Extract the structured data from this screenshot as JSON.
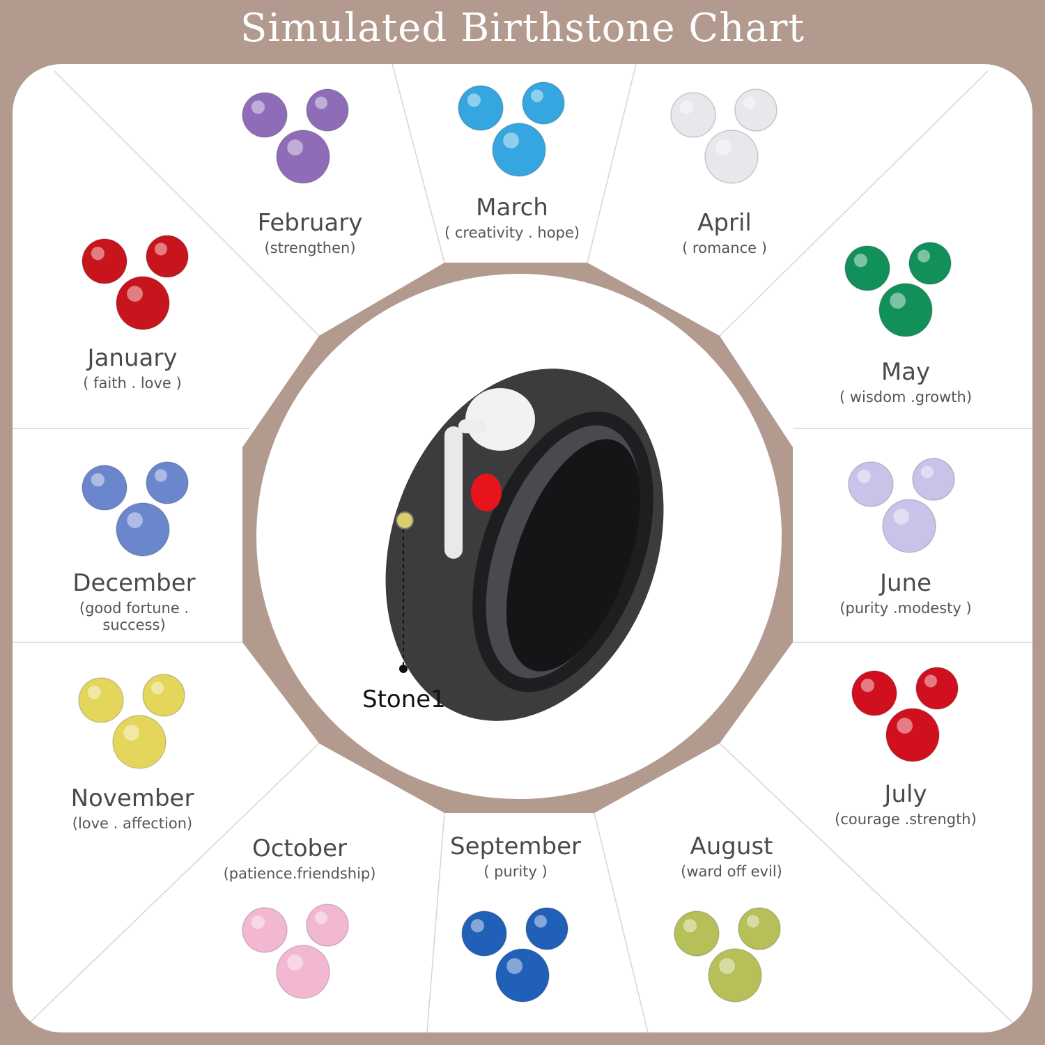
{
  "title": "Simulated Birthstone Chart",
  "colors": {
    "border": "#b29a8f",
    "panel": "#ffffff",
    "text": "#4a4a4a"
  },
  "stone_label": "Stone1",
  "months": [
    {
      "name": "January",
      "meaning": "( faith . love )",
      "color": "#c8141c"
    },
    {
      "name": "February",
      "meaning": "(strengthen)",
      "color": "#8e6cb8"
    },
    {
      "name": "March",
      "meaning": "( creativity . hope)",
      "color": "#35a6e0"
    },
    {
      "name": "April",
      "meaning": "( romance )",
      "color": "#e6e8ec"
    },
    {
      "name": "May",
      "meaning": "( wisdom .growth)",
      "color": "#12905a"
    },
    {
      "name": "June",
      "meaning": "(purity .modesty )",
      "color": "#c9c3ea"
    },
    {
      "name": "July",
      "meaning": "(courage .strength)",
      "color": "#d0101e"
    },
    {
      "name": "August",
      "meaning": "(ward off evil)",
      "color": "#b7bf58"
    },
    {
      "name": "September",
      "meaning": "( purity )",
      "color": "#2160b8"
    },
    {
      "name": "October",
      "meaning": "(patience.friendship)",
      "color": "#f2b8d2"
    },
    {
      "name": "November",
      "meaning": "(love . affection)",
      "color": "#e4d65a"
    },
    {
      "name": "December",
      "meaning": "(good fortune . success)",
      "color": "#6a86cc"
    }
  ]
}
